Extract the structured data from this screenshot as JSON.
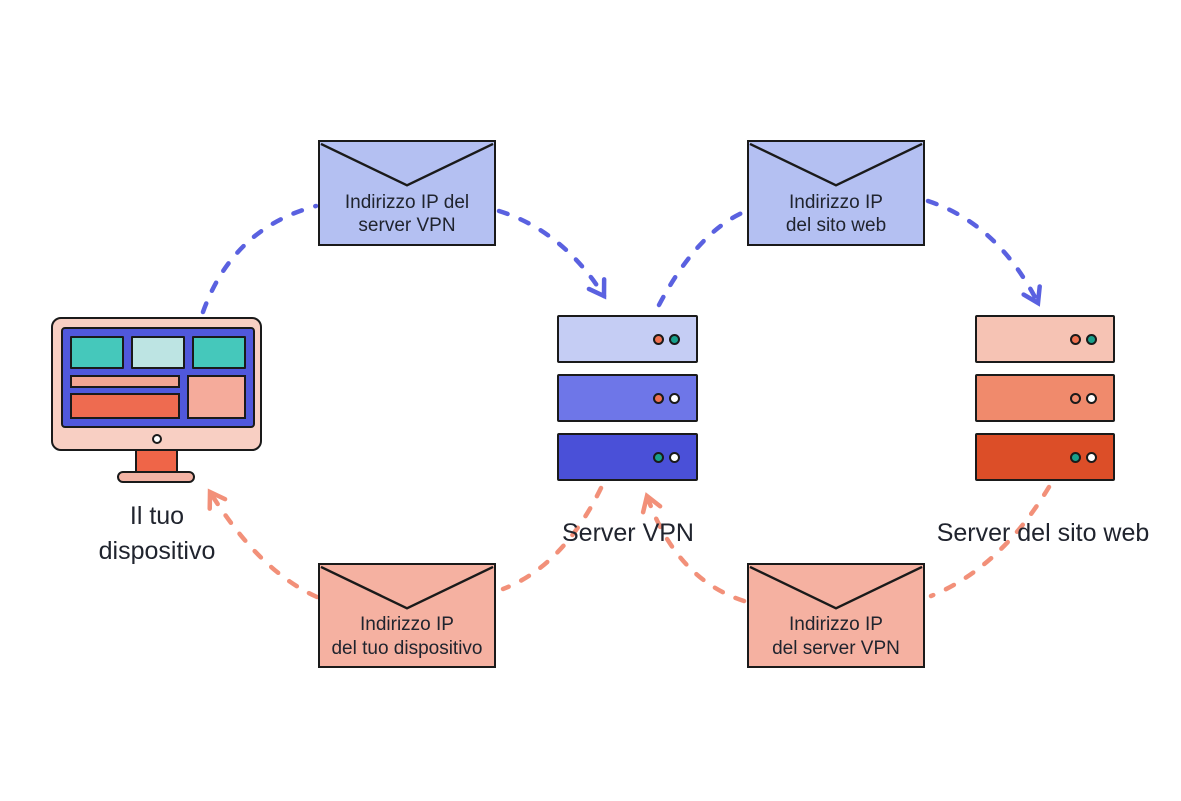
{
  "colors": {
    "background": "#ffffff",
    "outline": "#1a1a1a",
    "text": "#20242e",
    "arrow_blue": "#5a61e0",
    "arrow_orange": "#f29079",
    "envelope_blue": "#b4c0f2",
    "envelope_salmon": "#f5b1a1",
    "dot_coral": "#f0714f",
    "dot_teal": "#17a08b",
    "dot_white": "#ffffff"
  },
  "device": {
    "label_lines": [
      "Il tuo",
      "dispositivo"
    ]
  },
  "vpn_server": {
    "label": "Server VPN",
    "bars": [
      {
        "fill": "#c5cdf4",
        "dots": [
          "#f0714f",
          "#17a08b"
        ]
      },
      {
        "fill": "#6e76e8",
        "dots": [
          "#f0714f",
          "#ffffff"
        ]
      },
      {
        "fill": "#4a50d8",
        "dots": [
          "#17a08b",
          "#ffffff"
        ]
      }
    ]
  },
  "web_server": {
    "label": "Server del sito web",
    "bars": [
      {
        "fill": "#f6c3b4",
        "dots": [
          "#f0714f",
          "#17a08b"
        ]
      },
      {
        "fill": "#f08a6c",
        "dots": [
          "#f08a6c",
          "#ffffff"
        ]
      },
      {
        "fill": "#dc4e28",
        "dots": [
          "#17a08b",
          "#ffffff"
        ]
      }
    ]
  },
  "envelopes": {
    "top_left": {
      "fill": "#b4c0f2",
      "lines": [
        "Indirizzo IP del",
        "server VPN"
      ]
    },
    "top_right": {
      "fill": "#b4c0f2",
      "lines": [
        "Indirizzo IP",
        "del sito web"
      ]
    },
    "bottom_left": {
      "fill": "#f5b1a1",
      "lines": [
        "Indirizzo IP",
        "del tuo dispositivo"
      ]
    },
    "bottom_right": {
      "fill": "#f5b1a1",
      "lines": [
        "Indirizzo IP",
        "del server VPN"
      ]
    }
  }
}
